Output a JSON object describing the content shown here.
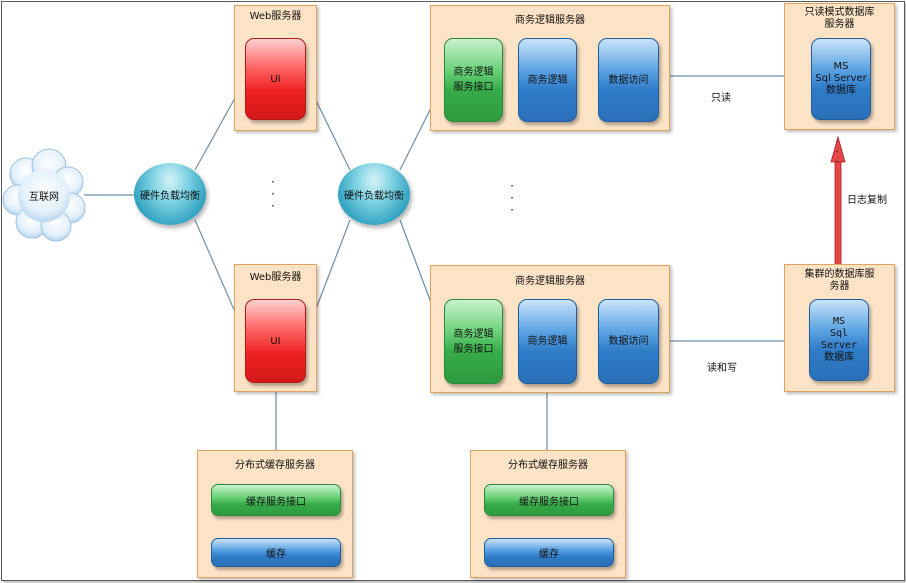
{
  "internet": {
    "label": "互联网"
  },
  "load_balancers": [
    {
      "label": "硬件负载均衡"
    },
    {
      "label": "硬件负载均衡"
    }
  ],
  "web_servers": [
    {
      "title": "Web服务器",
      "ui_label": "UI"
    },
    {
      "title": "Web服务器",
      "ui_label": "UI"
    }
  ],
  "logic_servers": [
    {
      "title": "商务逻辑服务器",
      "interface_label": "商务逻辑\n服务接口",
      "logic_label": "商务逻辑",
      "data_access_label": "数据访问"
    },
    {
      "title": "商务逻辑服务器",
      "interface_label": "商务逻辑\n服务接口",
      "logic_label": "商务逻辑",
      "data_access_label": "数据访问"
    }
  ],
  "db_servers": [
    {
      "title": "只读模式数据库\n服务器",
      "db_label": "MS\nSql Server\n数据库"
    },
    {
      "title": "集群的数据库服\n务器",
      "db_label": "MS\nSql Server\n数据库"
    }
  ],
  "cache_servers": [
    {
      "title": "分布式缓存服务器",
      "interface_label": "缓存服务接口",
      "cache_label": "缓存"
    },
    {
      "title": "分布式缓存服务器",
      "interface_label": "缓存服务接口",
      "cache_label": "缓存"
    }
  ],
  "connection_labels": {
    "read_only": "只读",
    "read_write": "读和写",
    "log_replication": "日志复制"
  },
  "colors": {
    "server_fill": "#fde3c6",
    "server_border": "#e0a35f",
    "connector": "#6f8ea8",
    "replication_arrow": "#e02020"
  }
}
